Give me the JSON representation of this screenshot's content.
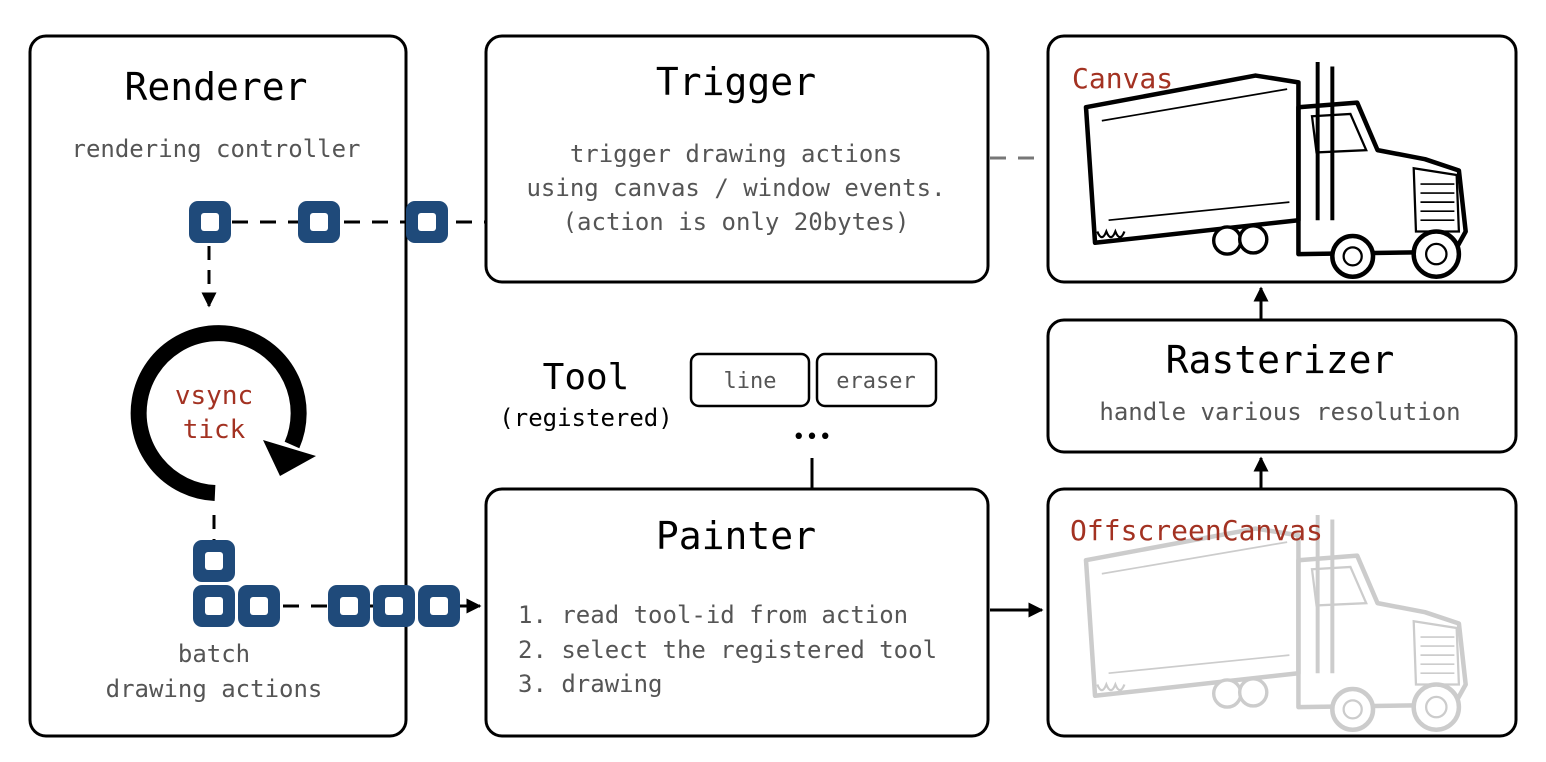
{
  "renderer": {
    "title": "Renderer",
    "subtitle": "rendering controller",
    "cycle_line1": "vsync",
    "cycle_line2": "tick",
    "batch_line1": "batch",
    "batch_line2": "drawing actions"
  },
  "trigger": {
    "title": "Trigger",
    "line1": "trigger drawing actions",
    "line2": "using canvas / window events.",
    "line3": "(action is only 20bytes)"
  },
  "canvas": {
    "title": "Canvas"
  },
  "rasterizer": {
    "title": "Rasterizer",
    "subtitle": "handle various resolution"
  },
  "tool": {
    "title": "Tool",
    "subtitle": "(registered)",
    "items": [
      "line",
      "eraser"
    ],
    "more": "•••"
  },
  "painter": {
    "title": "Painter",
    "steps": [
      "1. read tool-id from action",
      "2. select the registered tool",
      "3. drawing"
    ]
  },
  "offscreen": {
    "title": "OffscreenCanvas"
  },
  "colors": {
    "accent": "#a33222",
    "token": "#1f4a7a",
    "ghost_truck": "#cccccc"
  }
}
